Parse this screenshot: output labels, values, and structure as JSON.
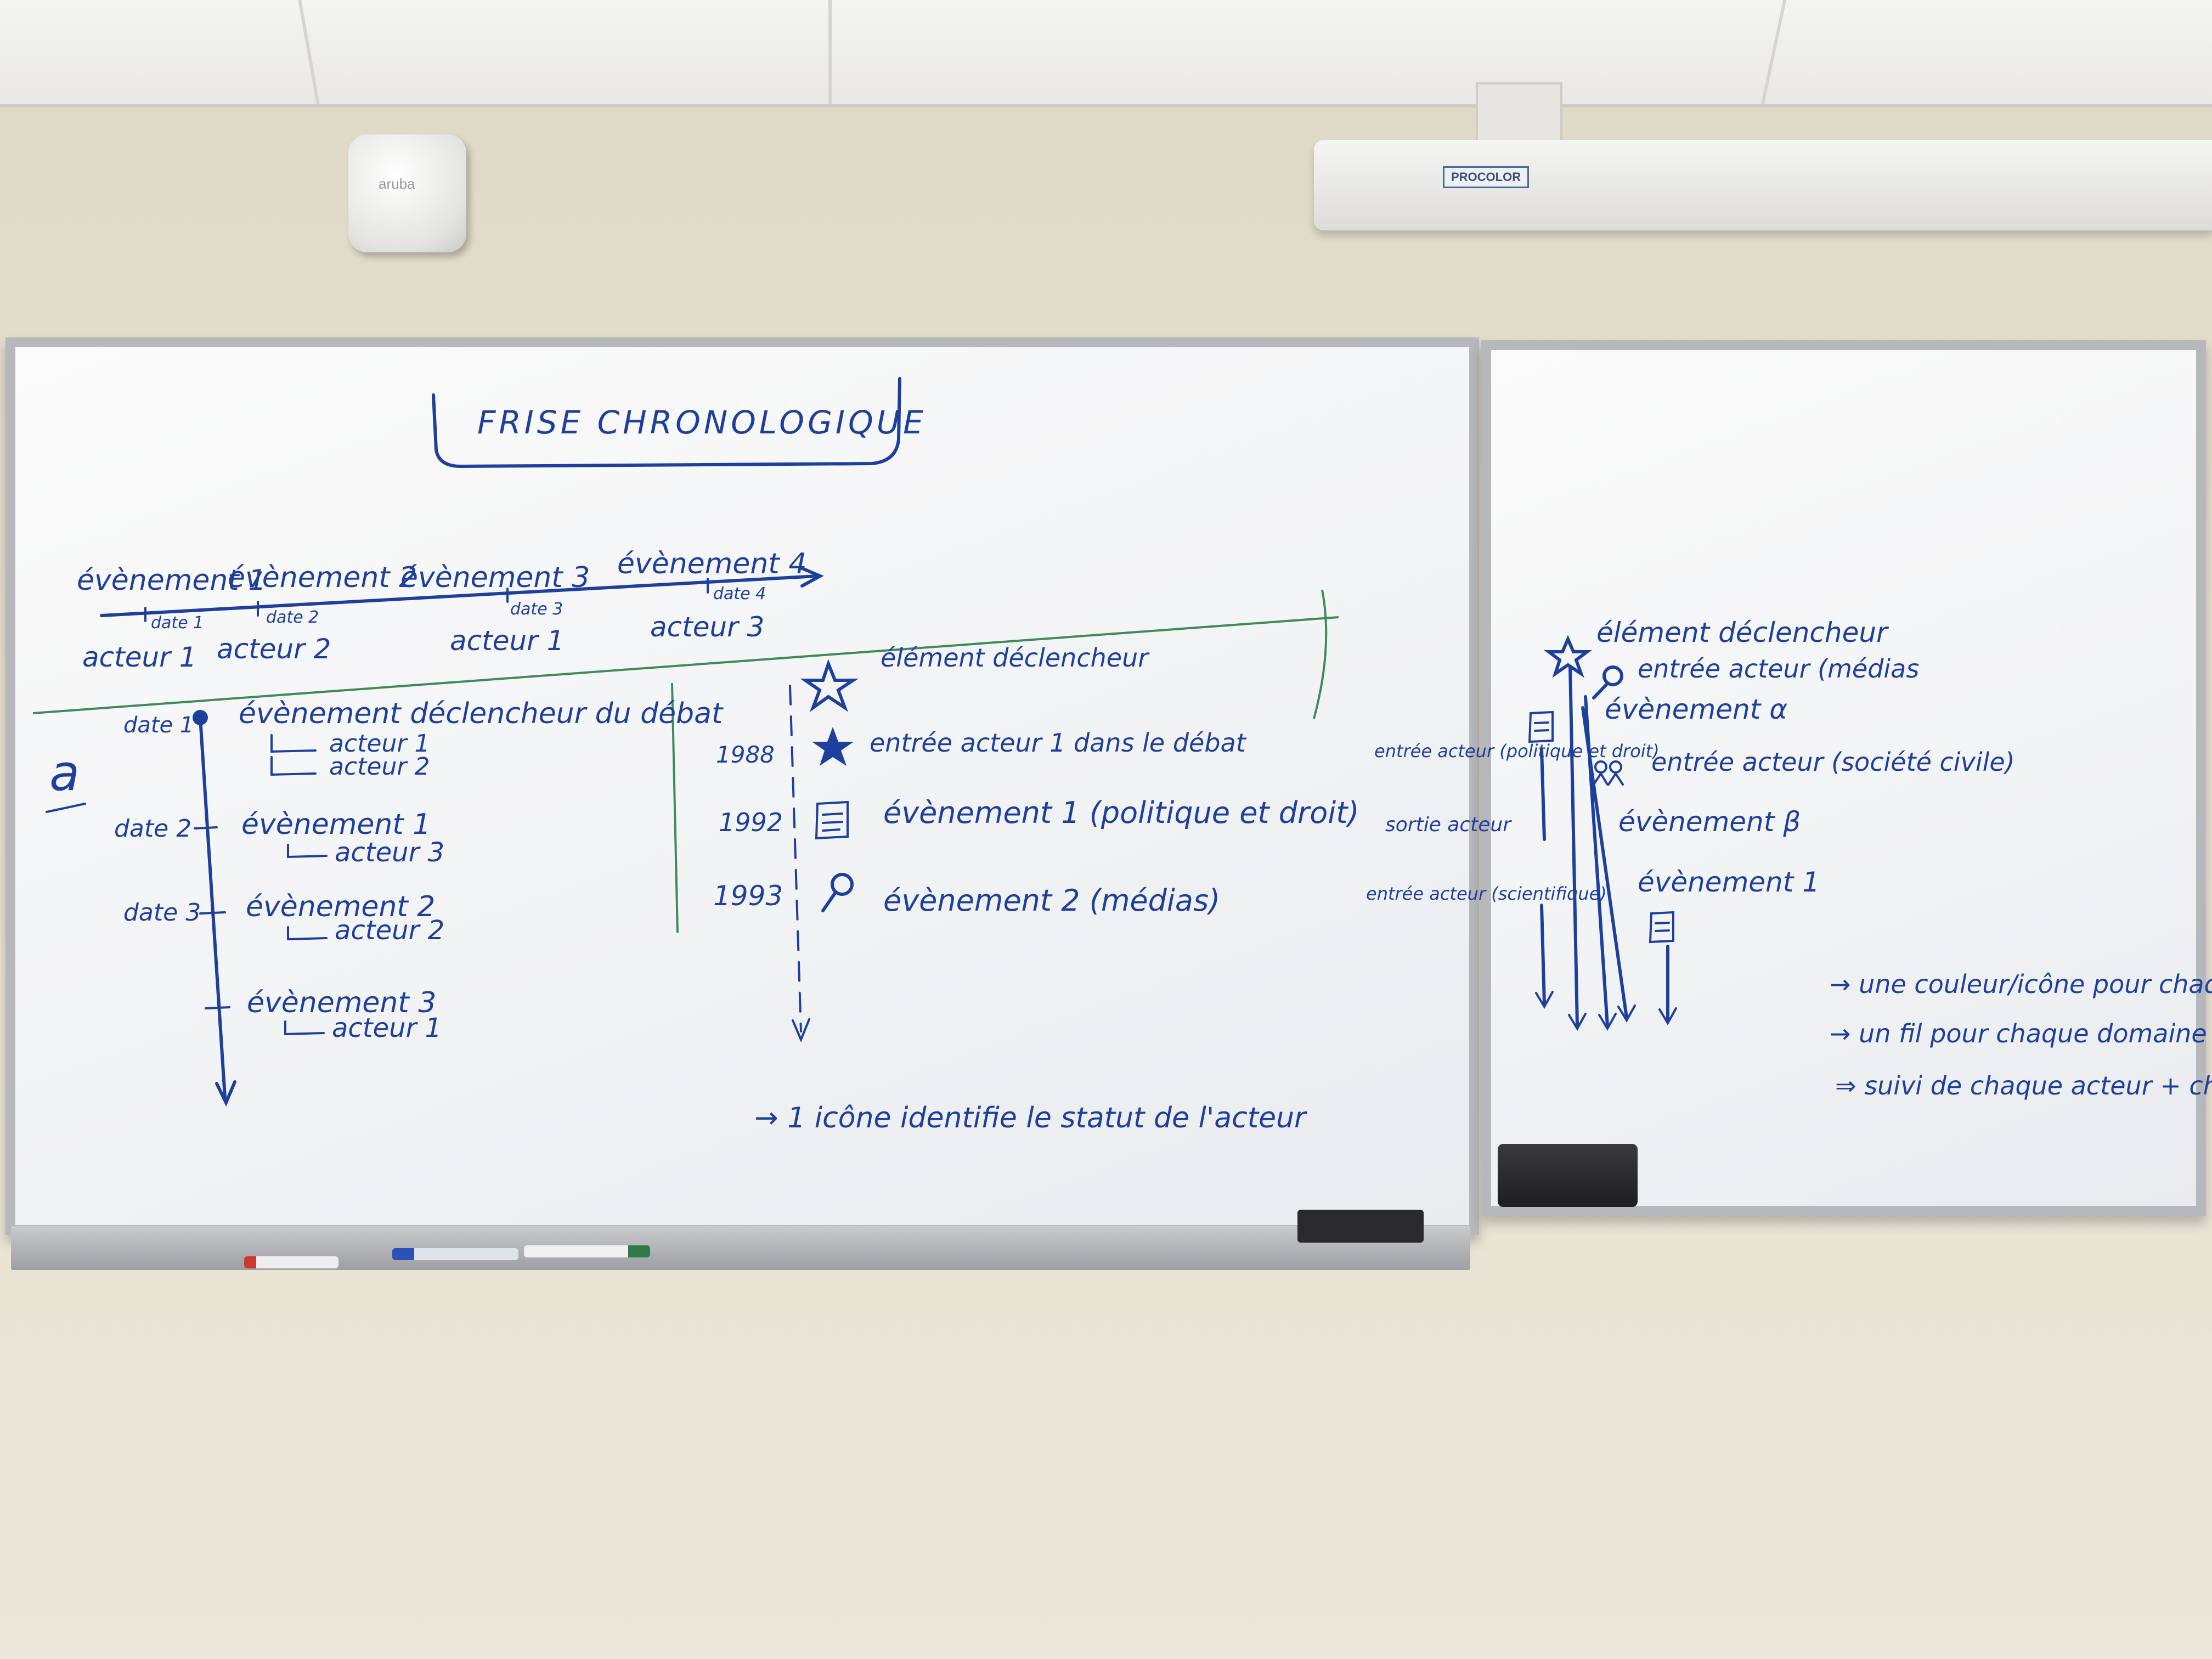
{
  "ceiling": {},
  "wifi_ap": {
    "brand": "aruba"
  },
  "projector": {
    "brand": "PROCOLOR"
  },
  "left_board": {
    "title": "FRISE CHRONOLOGIQUE",
    "top_timeline": {
      "events": [
        "évènement 1",
        "évènement 2",
        "évènement 3",
        "évènement 4"
      ],
      "dates": [
        "date 1",
        "date 2",
        "date 3",
        "date 4"
      ],
      "actors": [
        "acteur 1",
        "acteur 2",
        "acteur 1",
        "acteur 3"
      ]
    },
    "side_mark": "a",
    "vertical_timeline": [
      {
        "date": "date 1",
        "event": "évènement déclencheur du débat",
        "actors": [
          "acteur 1",
          "acteur 2"
        ]
      },
      {
        "date": "date 2",
        "event": "évènement 1",
        "actors": [
          "acteur 3"
        ]
      },
      {
        "date": "date 3",
        "event": "évènement 2",
        "actors": [
          "acteur 2"
        ]
      },
      {
        "date": "",
        "event": "évènement 3",
        "actors": [
          "acteur 1"
        ]
      }
    ],
    "icon_timeline": [
      {
        "year": "",
        "icon": "star-outline-icon",
        "text": "élément déclencheur"
      },
      {
        "year": "1988",
        "icon": "star-filled-icon",
        "text": "entrée acteur 1 dans le débat"
      },
      {
        "year": "1992",
        "icon": "scroll-icon",
        "text": "évènement 1 (politique et droit)"
      },
      {
        "year": "1993",
        "icon": "microphone-icon",
        "text": "évènement 2 (médias)"
      }
    ],
    "icon_note": "→ 1 icône identifie le statut de l'acteur"
  },
  "right_board": {
    "margin_notes": [
      "entrée acteur (politique et droit)",
      "sortie acteur",
      "entrée acteur (scientifique)"
    ],
    "items": [
      {
        "icon": "star-outline-icon",
        "text": "élément déclencheur"
      },
      {
        "icon": "microphone-icon",
        "text": "entrée acteur (médias"
      },
      {
        "icon": "",
        "text": "évènement α"
      },
      {
        "icon": "people-icon",
        "text": "entrée acteur (société civile)"
      },
      {
        "icon": "",
        "text": "évènement β"
      },
      {
        "icon": "",
        "text": "évènement 1"
      }
    ],
    "notes": [
      "→ une couleur/icône pour chaque acteur",
      "→ un fil pour chaque domaine",
      "⇒ suivi de chaque acteur + chaque domaine"
    ]
  },
  "colors": {
    "ink": "#1f3f9c",
    "wall": "#e6e0cf",
    "board": "#f4f5f7"
  }
}
